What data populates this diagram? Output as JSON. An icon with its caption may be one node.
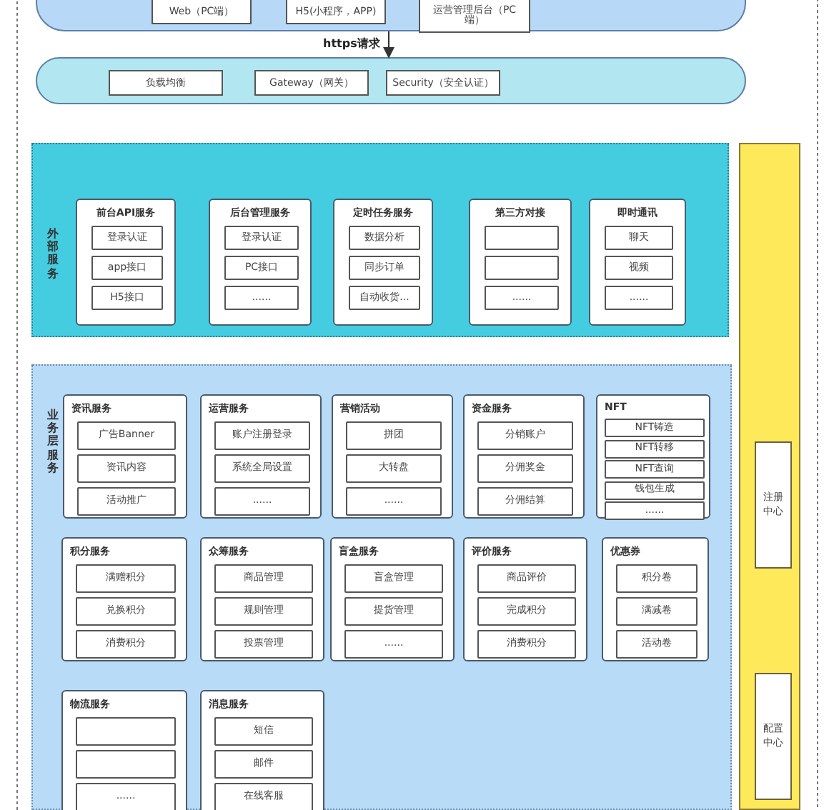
{
  "diagram": {
    "nodes": [
      {
        "text": [],
        "shape": "box"
      },
      {
        "text": [
          "Web（PC端）"
        ],
        "in": 0
      },
      {
        "text": [
          "H5(小程序，APP)"
        ],
        "in": 0
      },
      {
        "text": [
          "运营管理后台（PC端）"
        ],
        "in": 0
      },
      {
        "text": [],
        "shape": "box"
      },
      {
        "text": [
          "负载均衡"
        ],
        "in": 4
      },
      {
        "text": [
          "Gateway（网关）"
        ],
        "in": 4
      },
      {
        "text": [
          "Security（安全认证）"
        ],
        "in": 4
      },
      {
        "text": [
          "外部服务"
        ]
      },
      {
        "text": [
          "前台API服务"
        ],
        "in": 8
      },
      {
        "text": [
          "登录认证"
        ],
        "in": 9
      },
      {
        "text": [
          "app接口"
        ],
        "in": 9
      },
      {
        "text": [
          "H5接口"
        ],
        "in": 9
      },
      {
        "text": [
          "后台管理服务"
        ],
        "in": 8
      },
      {
        "text": [
          "登录认证"
        ],
        "in": 13
      },
      {
        "text": [
          "PC接口"
        ],
        "in": 13
      },
      {
        "text": [
          "......"
        ],
        "in": 13
      },
      {
        "text": [
          "定时任务服务"
        ],
        "in": 8
      },
      {
        "text": [
          "数据分析"
        ],
        "in": 17
      },
      {
        "text": [
          "同步订单"
        ],
        "in": 17
      },
      {
        "text": [
          "自动收货..."
        ],
        "in": 17
      },
      {
        "text": [
          "第三方对接"
        ],
        "in": 8
      },
      {
        "text": [],
        "shape": "box",
        "in": 21
      },
      {
        "text": [],
        "shape": "box",
        "in": 21
      },
      {
        "text": [
          "......"
        ],
        "in": 21
      },
      {
        "text": [
          "即时通讯"
        ],
        "in": 8
      },
      {
        "text": [
          "聊天"
        ],
        "in": 25
      },
      {
        "text": [
          "视频"
        ],
        "in": 25
      },
      {
        "text": [
          "......"
        ],
        "in": 25
      },
      {
        "text": [
          "业务层服务"
        ]
      },
      {
        "text": [
          "资讯服务"
        ],
        "in": 29
      },
      {
        "text": [
          "广告Banner"
        ],
        "in": 30
      },
      {
        "text": [
          "资讯内容"
        ],
        "in": 30
      },
      {
        "text": [
          "活动推广"
        ],
        "in": 30
      },
      {
        "text": [
          "运营服务"
        ],
        "in": 29
      },
      {
        "text": [
          "账户注册登录"
        ],
        "in": 34
      },
      {
        "text": [
          "系统全局设置"
        ],
        "in": 34
      },
      {
        "text": [
          "......"
        ],
        "in": 34
      },
      {
        "text": [
          "营销活动"
        ],
        "in": 29
      },
      {
        "text": [
          "拼团"
        ],
        "in": 38
      },
      {
        "text": [
          "大转盘"
        ],
        "in": 38
      },
      {
        "text": [
          "......"
        ],
        "in": 38
      },
      {
        "text": [
          "资金服务"
        ],
        "in": 29
      },
      {
        "text": [
          "分销账户"
        ],
        "in": 42
      },
      {
        "text": [
          "分佣奖金"
        ],
        "in": 42
      },
      {
        "text": [
          "分佣结算"
        ],
        "in": 42
      },
      {
        "text": [
          "NFT"
        ],
        "in": 29
      },
      {
        "text": [
          "NFT铸造"
        ],
        "in": 46
      },
      {
        "text": [
          "NFT转移"
        ],
        "in": 46
      },
      {
        "text": [
          "NFT查询"
        ],
        "in": 46
      },
      {
        "text": [
          "钱包生成"
        ],
        "in": 46
      },
      {
        "text": [
          "......"
        ],
        "in": 46
      },
      {
        "text": [
          "积分服务"
        ],
        "in": 29
      },
      {
        "text": [
          "满赠积分"
        ],
        "in": 52
      },
      {
        "text": [
          "兑换积分"
        ],
        "in": 52
      },
      {
        "text": [
          "消费积分"
        ],
        "in": 52
      },
      {
        "text": [
          "众筹服务"
        ],
        "in": 29
      },
      {
        "text": [
          "商品管理"
        ],
        "in": 56
      },
      {
        "text": [
          "规则管理"
        ],
        "in": 56
      },
      {
        "text": [
          "投票管理"
        ],
        "in": 56
      },
      {
        "text": [
          "盲盒服务"
        ],
        "in": 29
      },
      {
        "text": [
          "盲盒管理"
        ],
        "in": 60
      },
      {
        "text": [
          "提货管理"
        ],
        "in": 60
      },
      {
        "text": [
          "......"
        ],
        "in": 60
      },
      {
        "text": [
          "评价服务"
        ],
        "in": 29
      },
      {
        "text": [
          "商品评价"
        ],
        "in": 64
      },
      {
        "text": [
          "完成积分"
        ],
        "in": 64
      },
      {
        "text": [
          "消费积分"
        ],
        "in": 64
      },
      {
        "text": [
          "优惠券"
        ],
        "in": 29
      },
      {
        "text": [
          "积分卷"
        ],
        "in": 68
      },
      {
        "text": [
          "满减卷"
        ],
        "in": 68
      },
      {
        "text": [
          "活动卷"
        ],
        "in": 68
      },
      {
        "text": [
          "物流服务"
        ],
        "in": 29
      },
      {
        "text": [],
        "shape": "box",
        "in": 72
      },
      {
        "text": [],
        "shape": "box",
        "in": 72
      },
      {
        "text": [
          "......"
        ],
        "in": 72
      },
      {
        "text": [
          "消息服务"
        ],
        "in": 29
      },
      {
        "text": [
          "短信"
        ],
        "in": 76
      },
      {
        "text": [
          "邮件"
        ],
        "in": 76
      },
      {
        "text": [
          "在线客服"
        ],
        "in": 76
      },
      {
        "text": [],
        "shape": "bar"
      },
      {
        "text": [
          "注册中心"
        ],
        "in": 80
      },
      {
        "text": [
          "配置中心"
        ],
        "in": 80
      }
    ],
    "edges": [
      {
        "from": 0,
        "to": 4,
        "arrow": "to",
        "label": "https请求"
      }
    ]
  }
}
